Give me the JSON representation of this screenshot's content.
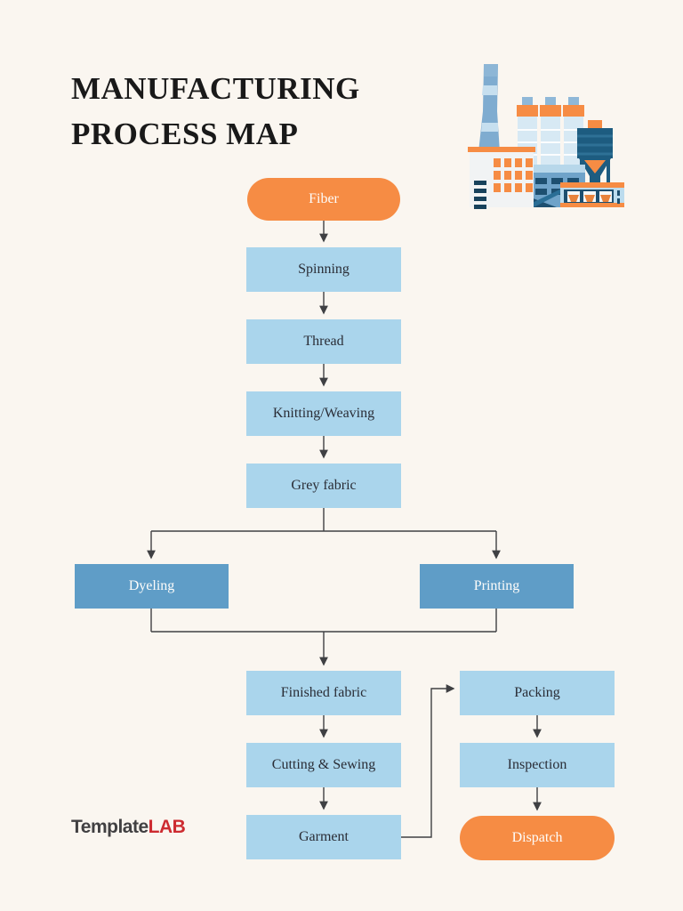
{
  "page": {
    "title_line1": "MANUFACTURING",
    "title_line2": "PROCESS MAP"
  },
  "colors": {
    "page_bg": "#faf6f0",
    "accent_orange": "#f68c44",
    "light_blue": "#aad5ec",
    "medium_blue": "#5f9dc7",
    "connector": "#3f4043",
    "node_text_dark": "#2a2d36",
    "node_text_light": "#fdfcfa",
    "title_color": "#191919",
    "logo_gray": "#414042",
    "logo_red": "#cd2b30"
  },
  "flowchart": {
    "nodes": [
      {
        "id": "fiber",
        "label": "Fiber",
        "shape": "pill"
      },
      {
        "id": "spinning",
        "label": "Spinning",
        "shape": "process"
      },
      {
        "id": "thread",
        "label": "Thread",
        "shape": "process"
      },
      {
        "id": "knitting-weaving",
        "label": "Knitting/Weaving",
        "shape": "process"
      },
      {
        "id": "grey-fabric",
        "label": "Grey fabric",
        "shape": "process"
      },
      {
        "id": "dyeling",
        "label": "Dyeling",
        "shape": "branch"
      },
      {
        "id": "printing",
        "label": "Printing",
        "shape": "branch"
      },
      {
        "id": "finished-fabric",
        "label": "Finished fabric",
        "shape": "process"
      },
      {
        "id": "packing",
        "label": "Packing",
        "shape": "process"
      },
      {
        "id": "cutting-sewing",
        "label": "Cutting & Sewing",
        "shape": "process"
      },
      {
        "id": "inspection",
        "label": "Inspection",
        "shape": "process"
      },
      {
        "id": "garment",
        "label": "Garment",
        "shape": "process"
      },
      {
        "id": "dispatch",
        "label": "Dispatch",
        "shape": "pill"
      }
    ]
  },
  "logo": {
    "part1": "Template",
    "part2": "LAB"
  },
  "illustration": {
    "name": "factory-illustration"
  }
}
